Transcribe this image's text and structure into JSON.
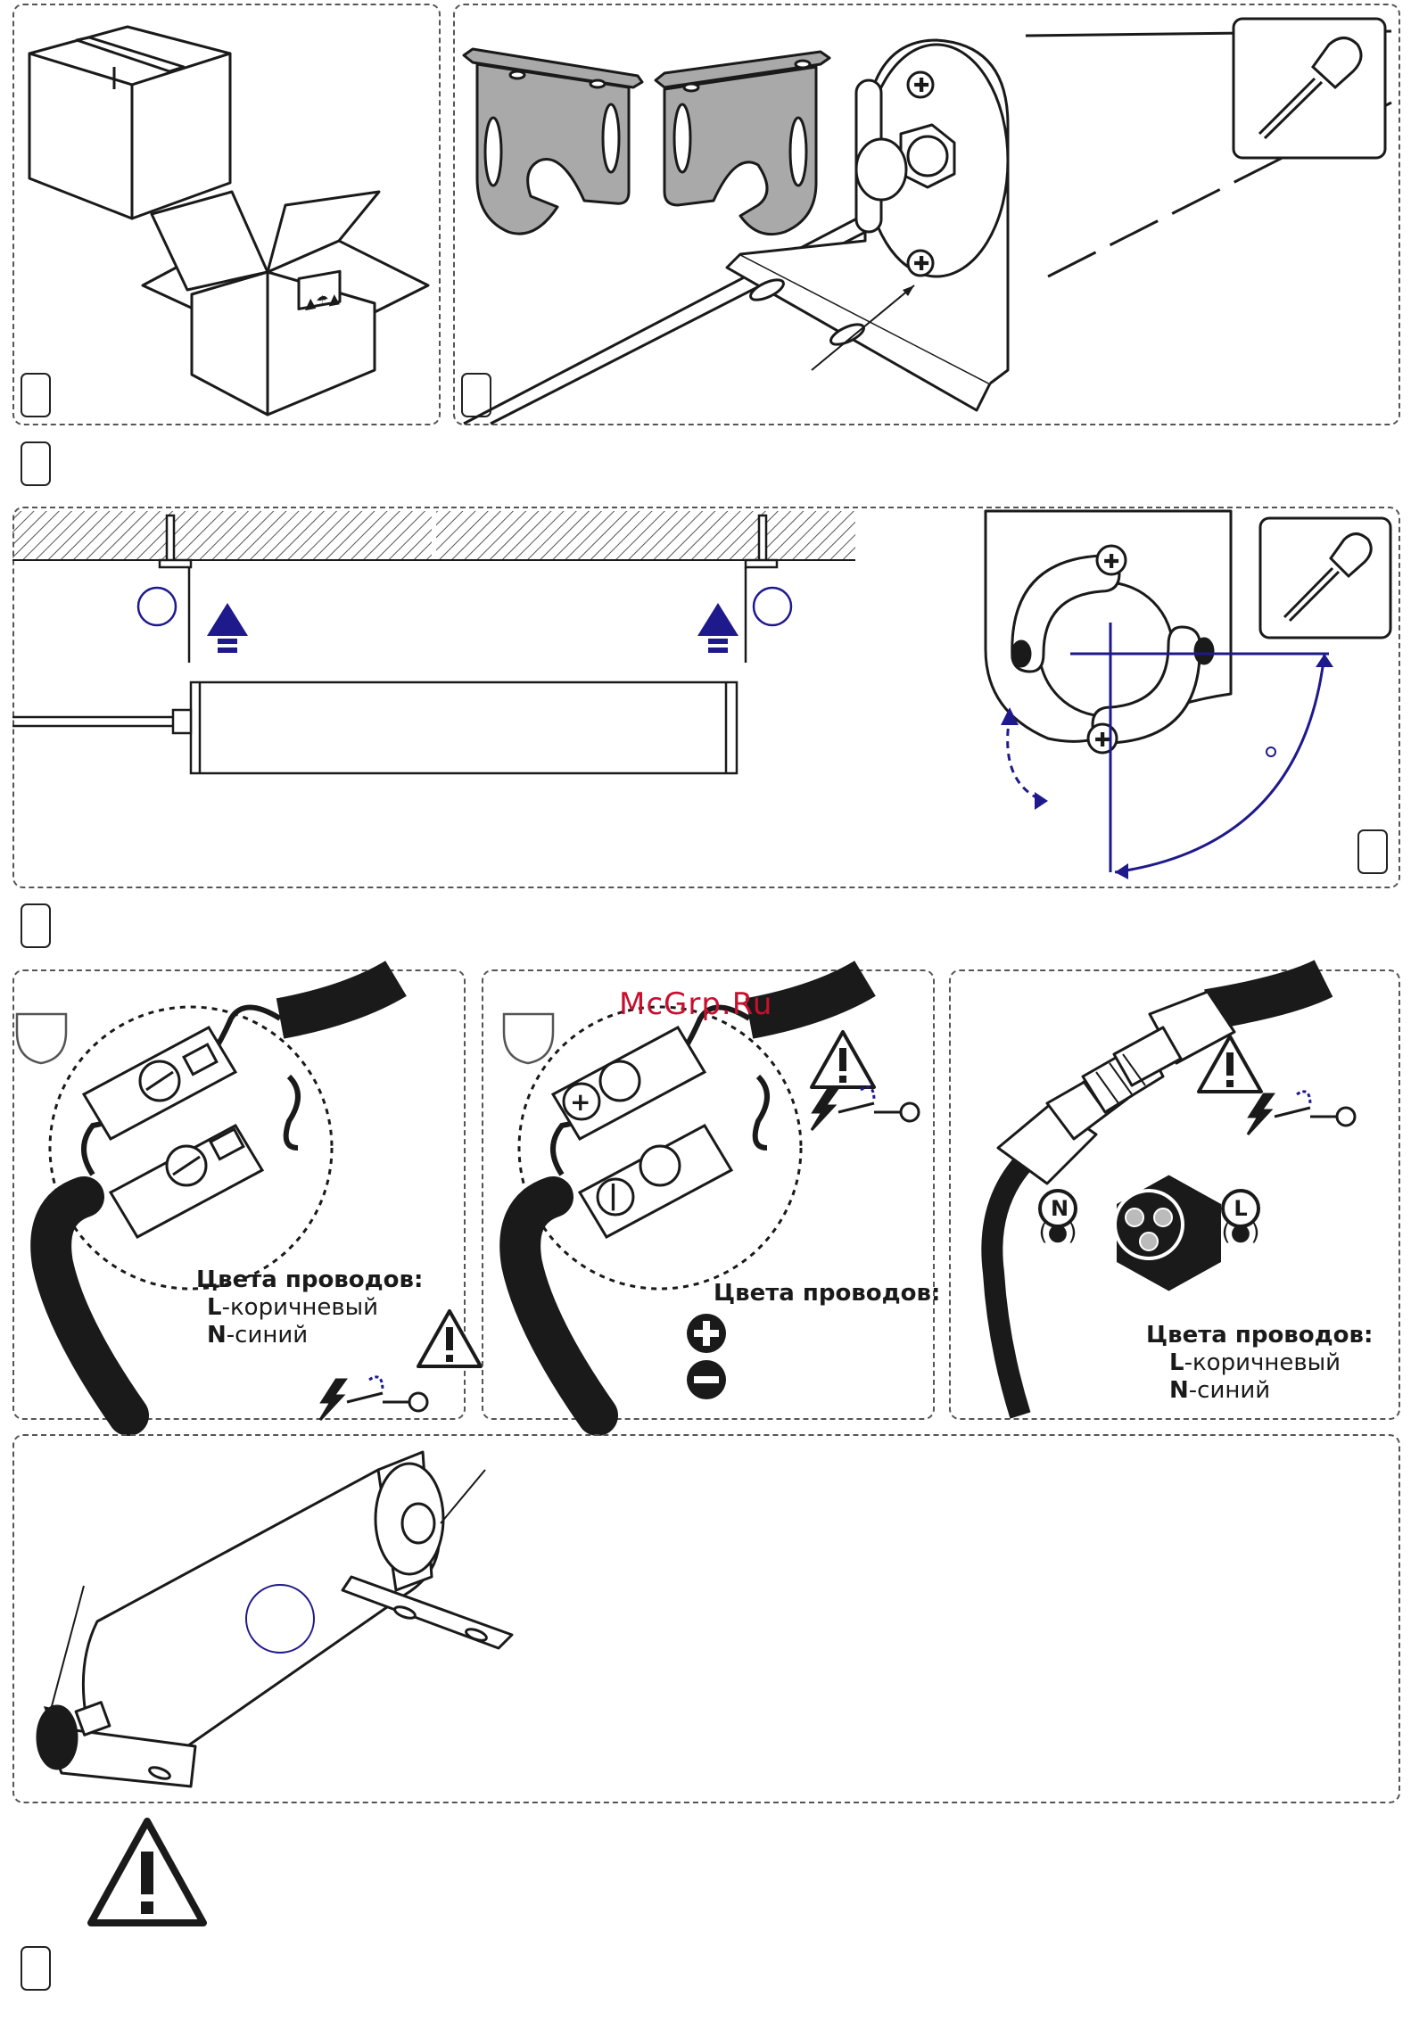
{
  "watermark": "McGrp.Ru",
  "colors": {
    "accent_blue": "#1f1a8c",
    "watermark_red": "#c8102e",
    "line": "#1a1a1a",
    "grey_fill": "#a9a9a9"
  },
  "steps": [
    {
      "id": "step-1",
      "icons": [
        "closed-box-icon",
        "open-box-icon"
      ]
    },
    {
      "id": "step-2",
      "icons": [
        "mounting-bracket-icon",
        "screwdriver-icon"
      ]
    },
    {
      "id": "step-3",
      "icons": [
        "ceiling-mount-icon",
        "screwdriver-icon",
        "rotation-arrow-icon"
      ]
    },
    {
      "id": "step-4",
      "icons": [
        "terminal-block-icon",
        "warning-icon",
        "switch-off-icon"
      ]
    },
    {
      "id": "step-5",
      "icon": "warning-icon"
    }
  ],
  "wiring_ac": {
    "heading": "Цвета проводов:",
    "l_letter": "L",
    "l_text": "-коричневый",
    "n_letter": "N",
    "n_text": "-синий"
  },
  "wiring_dc": {
    "heading": "Цвета проводов:"
  },
  "wiring_connector": {
    "heading": "Цвета проводов:",
    "l_letter": "L",
    "l_text": "-коричневый",
    "n_letter": "N",
    "n_text": "-синий",
    "badge_n": "N",
    "badge_l": "L"
  }
}
